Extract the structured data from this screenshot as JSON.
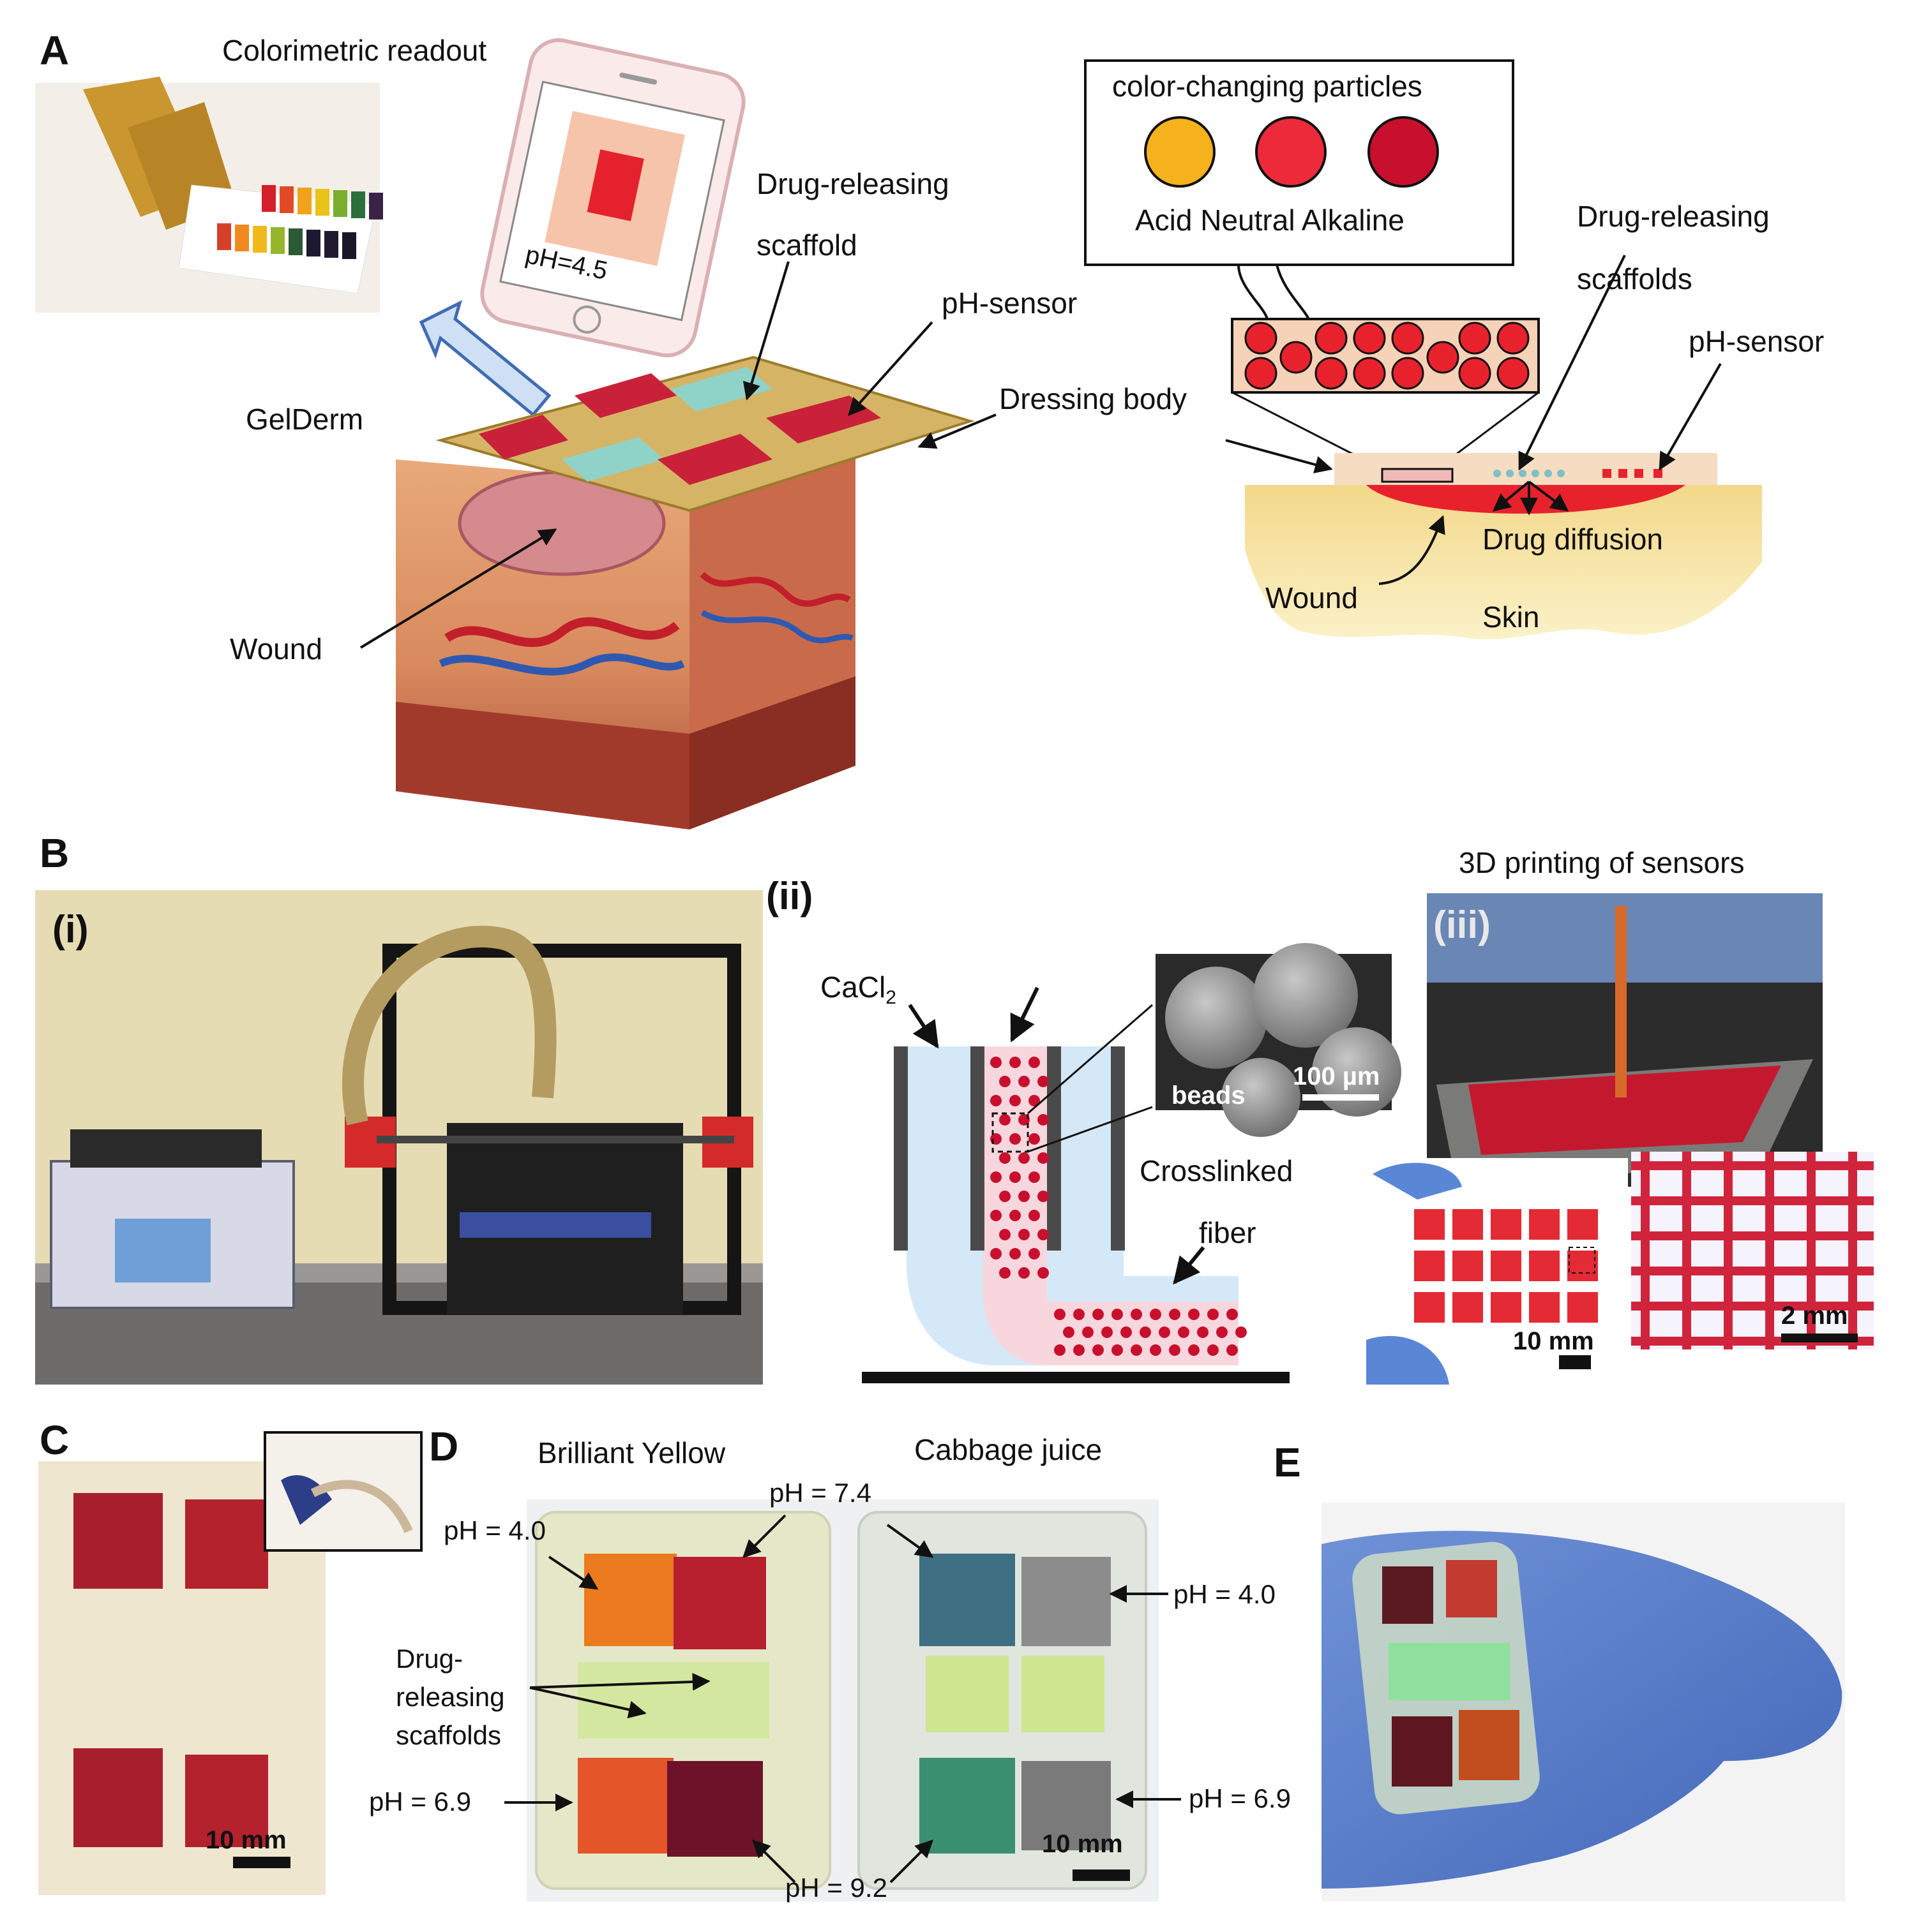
{
  "figure": {
    "panels": {
      "A": {
        "letter": "A",
        "colorimetric_readout": "Colorimetric readout",
        "phone_reading": "pH=4.5",
        "drug_releasing_scaffold": "Drug-releasing\nscaffold",
        "ph_sensor": "pH-sensor",
        "dressing_body": "Dressing body",
        "gelderm": "GelDerm",
        "wound": "Wound",
        "particles_title": "color-changing particles",
        "particles_legend": "Acid Neutral Alkaline",
        "particle_colors": [
          "#f6b21c",
          "#ec2a3a",
          "#c8102e"
        ],
        "drug_releasing_scaffolds": "Drug-releasing\nscaffolds",
        "ph_sensor_right": "pH-sensor",
        "drug_diffusion": "Drug diffusion",
        "wound_right": "Wound",
        "skin": "Skin"
      },
      "B": {
        "letter": "B",
        "sub_i": "(i)",
        "sub_ii": "(ii)",
        "sub_iii": "(iii)",
        "cacl2_main": "CaCl",
        "cacl2_sub": "2",
        "crosslinked": "Crosslinked",
        "fiber": "fiber",
        "beads": "beads",
        "scale_100um": "100 µm",
        "printing_title": "3D printing of sensors",
        "scale_10mm": "10 mm",
        "scale_2mm": "2 mm"
      },
      "C": {
        "letter": "C",
        "scale": "10 mm"
      },
      "D": {
        "letter": "D",
        "brilliant_yellow": "Brilliant Yellow",
        "cabbage_juice": "Cabbage juice",
        "ph_40_left": "pH = 4.0",
        "ph_74": "pH = 7.4",
        "ph_40_right": "pH = 4.0",
        "drug_releasing_scaffolds": "Drug-\nreleasing\nscaffolds",
        "ph_69_left": "pH = 6.9",
        "ph_69_right": "pH = 6.9",
        "ph_92": "pH = 9.2",
        "scale": "10 mm"
      },
      "E": {
        "letter": "E"
      }
    }
  }
}
